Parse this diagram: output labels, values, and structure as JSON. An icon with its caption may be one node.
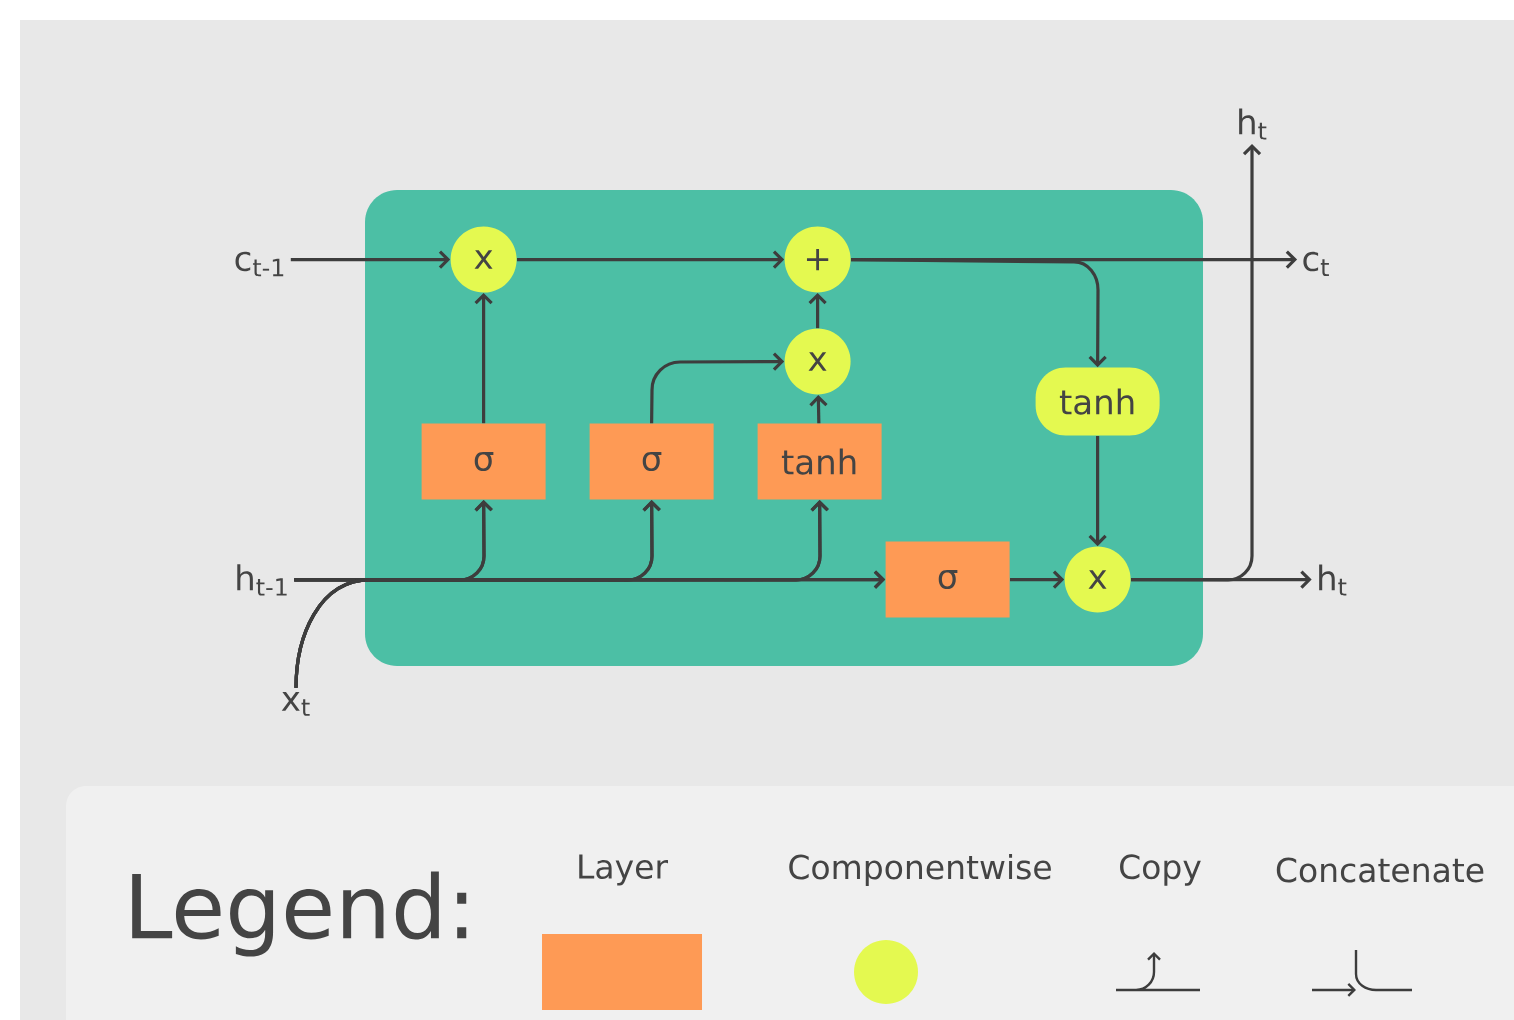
{
  "diagram": {
    "nodes": [
      {
        "text": [],
        "shape": "box"
      },
      {
        "text": [
          "c$_{t-1}$"
        ]
      },
      {
        "text": [
          "x"
        ],
        "in": 0
      },
      {
        "text": [
          "+"
        ],
        "in": 0
      },
      {
        "text": [
          "c$_{t}$"
        ]
      },
      {
        "text": [
          "x"
        ],
        "in": 0
      },
      {
        "text": [
          "tanh"
        ],
        "in": 0
      },
      {
        "text": [
          "σ"
        ],
        "in": 0
      },
      {
        "text": [
          "σ"
        ],
        "in": 0
      },
      {
        "text": [
          "tanh"
        ],
        "in": 0
      },
      {
        "text": [
          "h$_{t-1}$"
        ]
      },
      {
        "text": [
          "σ"
        ],
        "in": 0
      },
      {
        "text": [
          "x"
        ],
        "in": 0
      },
      {
        "text": [
          "h$_{t}$"
        ]
      },
      {
        "text": [
          "h$_{t}$"
        ]
      },
      {
        "text": [
          "x$_{t}$"
        ]
      }
    ],
    "edges": [
      {
        "from": 1,
        "to": 2,
        "arrow": "to"
      },
      {
        "from": 2,
        "to": 3,
        "arrow": "to"
      },
      {
        "from": 3,
        "to": 4,
        "arrow": "to"
      },
      {
        "from": 3,
        "to": 6,
        "arrow": "to"
      },
      {
        "from": 5,
        "to": 3,
        "arrow": "to"
      },
      {
        "from": 7,
        "to": 2,
        "arrow": "to"
      },
      {
        "from": 8,
        "to": 5,
        "arrow": "to"
      },
      {
        "from": 9,
        "to": 5,
        "arrow": "to"
      },
      {
        "from": 6,
        "to": 12,
        "arrow": "to"
      },
      {
        "from": 11,
        "to": 12,
        "arrow": "to"
      },
      {
        "from": 12,
        "to": 13,
        "arrow": "to"
      },
      {
        "from": 12,
        "to": 14,
        "arrow": "to"
      },
      {
        "from": 10,
        "to": 7,
        "arrow": "to"
      },
      {
        "from": 10,
        "to": 8,
        "arrow": "to"
      },
      {
        "from": 10,
        "to": 9,
        "arrow": "to"
      },
      {
        "from": 10,
        "to": 11,
        "arrow": "to"
      },
      {
        "from": 15,
        "to": 7,
        "arrow": "to"
      },
      {
        "from": 15,
        "to": 8,
        "arrow": "to"
      },
      {
        "from": 15,
        "to": 9,
        "arrow": "to"
      },
      {
        "from": 15,
        "to": 11,
        "arrow": "to"
      }
    ],
    "labels": [
      "Legend:"
    ],
    "legend": [
      {
        "text": "Layer",
        "color": "#fe9a55"
      },
      {
        "text": "Componentwise",
        "color": "#e4f950"
      },
      {
        "text": "Copy"
      },
      {
        "text": "Concatenate"
      }
    ]
  }
}
